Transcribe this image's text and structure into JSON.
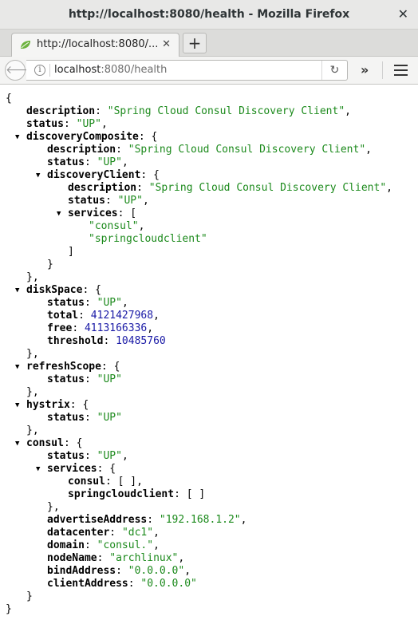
{
  "window": {
    "title": "http://localhost:8080/health - Mozilla Firefox",
    "close": "✕"
  },
  "tab": {
    "label": "http://localhost:8080/...",
    "close": "✕",
    "new_tab": "+"
  },
  "navbar": {
    "url_host": "localhost",
    "url_rest": ":8080/health",
    "overflow": "»",
    "back": "🡐",
    "reload": "↻"
  },
  "colors": {
    "string": "#1c8a1c",
    "number": "#1a1aa6",
    "key": "#000000"
  },
  "json_view": [
    {
      "text": "{",
      "indent": 0
    },
    {
      "key": "description",
      "value": "\"Spring Cloud Consul Discovery Client\"",
      "type": "str",
      "comma": true,
      "indent": 1
    },
    {
      "key": "status",
      "value": "\"UP\"",
      "type": "str",
      "comma": true,
      "indent": 1
    },
    {
      "key": "discoveryComposite",
      "open": "{",
      "toggle": true,
      "indent": 1
    },
    {
      "key": "description",
      "value": "\"Spring Cloud Consul Discovery Client\"",
      "type": "str",
      "comma": true,
      "indent": 2
    },
    {
      "key": "status",
      "value": "\"UP\"",
      "type": "str",
      "comma": true,
      "indent": 2
    },
    {
      "key": "discoveryClient",
      "open": "{",
      "toggle": true,
      "indent": 2
    },
    {
      "key": "description",
      "value": "\"Spring Cloud Consul Discovery Client\"",
      "type": "str",
      "comma": true,
      "indent": 3
    },
    {
      "key": "status",
      "value": "\"UP\"",
      "type": "str",
      "comma": true,
      "indent": 3
    },
    {
      "key": "services",
      "open": "[",
      "toggle": true,
      "indent": 3
    },
    {
      "value": "\"consul\"",
      "type": "str",
      "comma": true,
      "indent": 4
    },
    {
      "value": "\"springcloudclient\"",
      "type": "str",
      "comma": false,
      "indent": 4
    },
    {
      "text": "]",
      "indent": 3
    },
    {
      "text": "}",
      "indent": 2
    },
    {
      "text": "},",
      "indent": 1
    },
    {
      "key": "diskSpace",
      "open": "{",
      "toggle": true,
      "indent": 1
    },
    {
      "key": "status",
      "value": "\"UP\"",
      "type": "str",
      "comma": true,
      "indent": 2
    },
    {
      "key": "total",
      "value": "4121427968",
      "type": "num",
      "comma": true,
      "indent": 2
    },
    {
      "key": "free",
      "value": "4113166336",
      "type": "num",
      "comma": true,
      "indent": 2
    },
    {
      "key": "threshold",
      "value": "10485760",
      "type": "num",
      "comma": false,
      "indent": 2
    },
    {
      "text": "},",
      "indent": 1
    },
    {
      "key": "refreshScope",
      "open": "{",
      "toggle": true,
      "indent": 1
    },
    {
      "key": "status",
      "value": "\"UP\"",
      "type": "str",
      "comma": false,
      "indent": 2
    },
    {
      "text": "},",
      "indent": 1
    },
    {
      "key": "hystrix",
      "open": "{",
      "toggle": true,
      "indent": 1
    },
    {
      "key": "status",
      "value": "\"UP\"",
      "type": "str",
      "comma": false,
      "indent": 2
    },
    {
      "text": "},",
      "indent": 1
    },
    {
      "key": "consul",
      "open": "{",
      "toggle": true,
      "indent": 1
    },
    {
      "key": "status",
      "value": "\"UP\"",
      "type": "str",
      "comma": true,
      "indent": 2
    },
    {
      "key": "services",
      "open": "{",
      "toggle": true,
      "indent": 2
    },
    {
      "key": "consul",
      "value": "[ ]",
      "type": "plain",
      "comma": true,
      "indent": 3
    },
    {
      "key": "springcloudclient",
      "value": "[ ]",
      "type": "plain",
      "comma": false,
      "indent": 3
    },
    {
      "text": "},",
      "indent": 2
    },
    {
      "key": "advertiseAddress",
      "value": "\"192.168.1.2\"",
      "type": "str",
      "comma": true,
      "indent": 2
    },
    {
      "key": "datacenter",
      "value": "\"dc1\"",
      "type": "str",
      "comma": true,
      "indent": 2
    },
    {
      "key": "domain",
      "value": "\"consul.\"",
      "type": "str",
      "comma": true,
      "indent": 2
    },
    {
      "key": "nodeName",
      "value": "\"archlinux\"",
      "type": "str",
      "comma": true,
      "indent": 2
    },
    {
      "key": "bindAddress",
      "value": "\"0.0.0.0\"",
      "type": "str",
      "comma": true,
      "indent": 2
    },
    {
      "key": "clientAddress",
      "value": "\"0.0.0.0\"",
      "type": "str",
      "comma": false,
      "indent": 2
    },
    {
      "text": "}",
      "indent": 1
    },
    {
      "text": "}",
      "indent": 0
    }
  ]
}
